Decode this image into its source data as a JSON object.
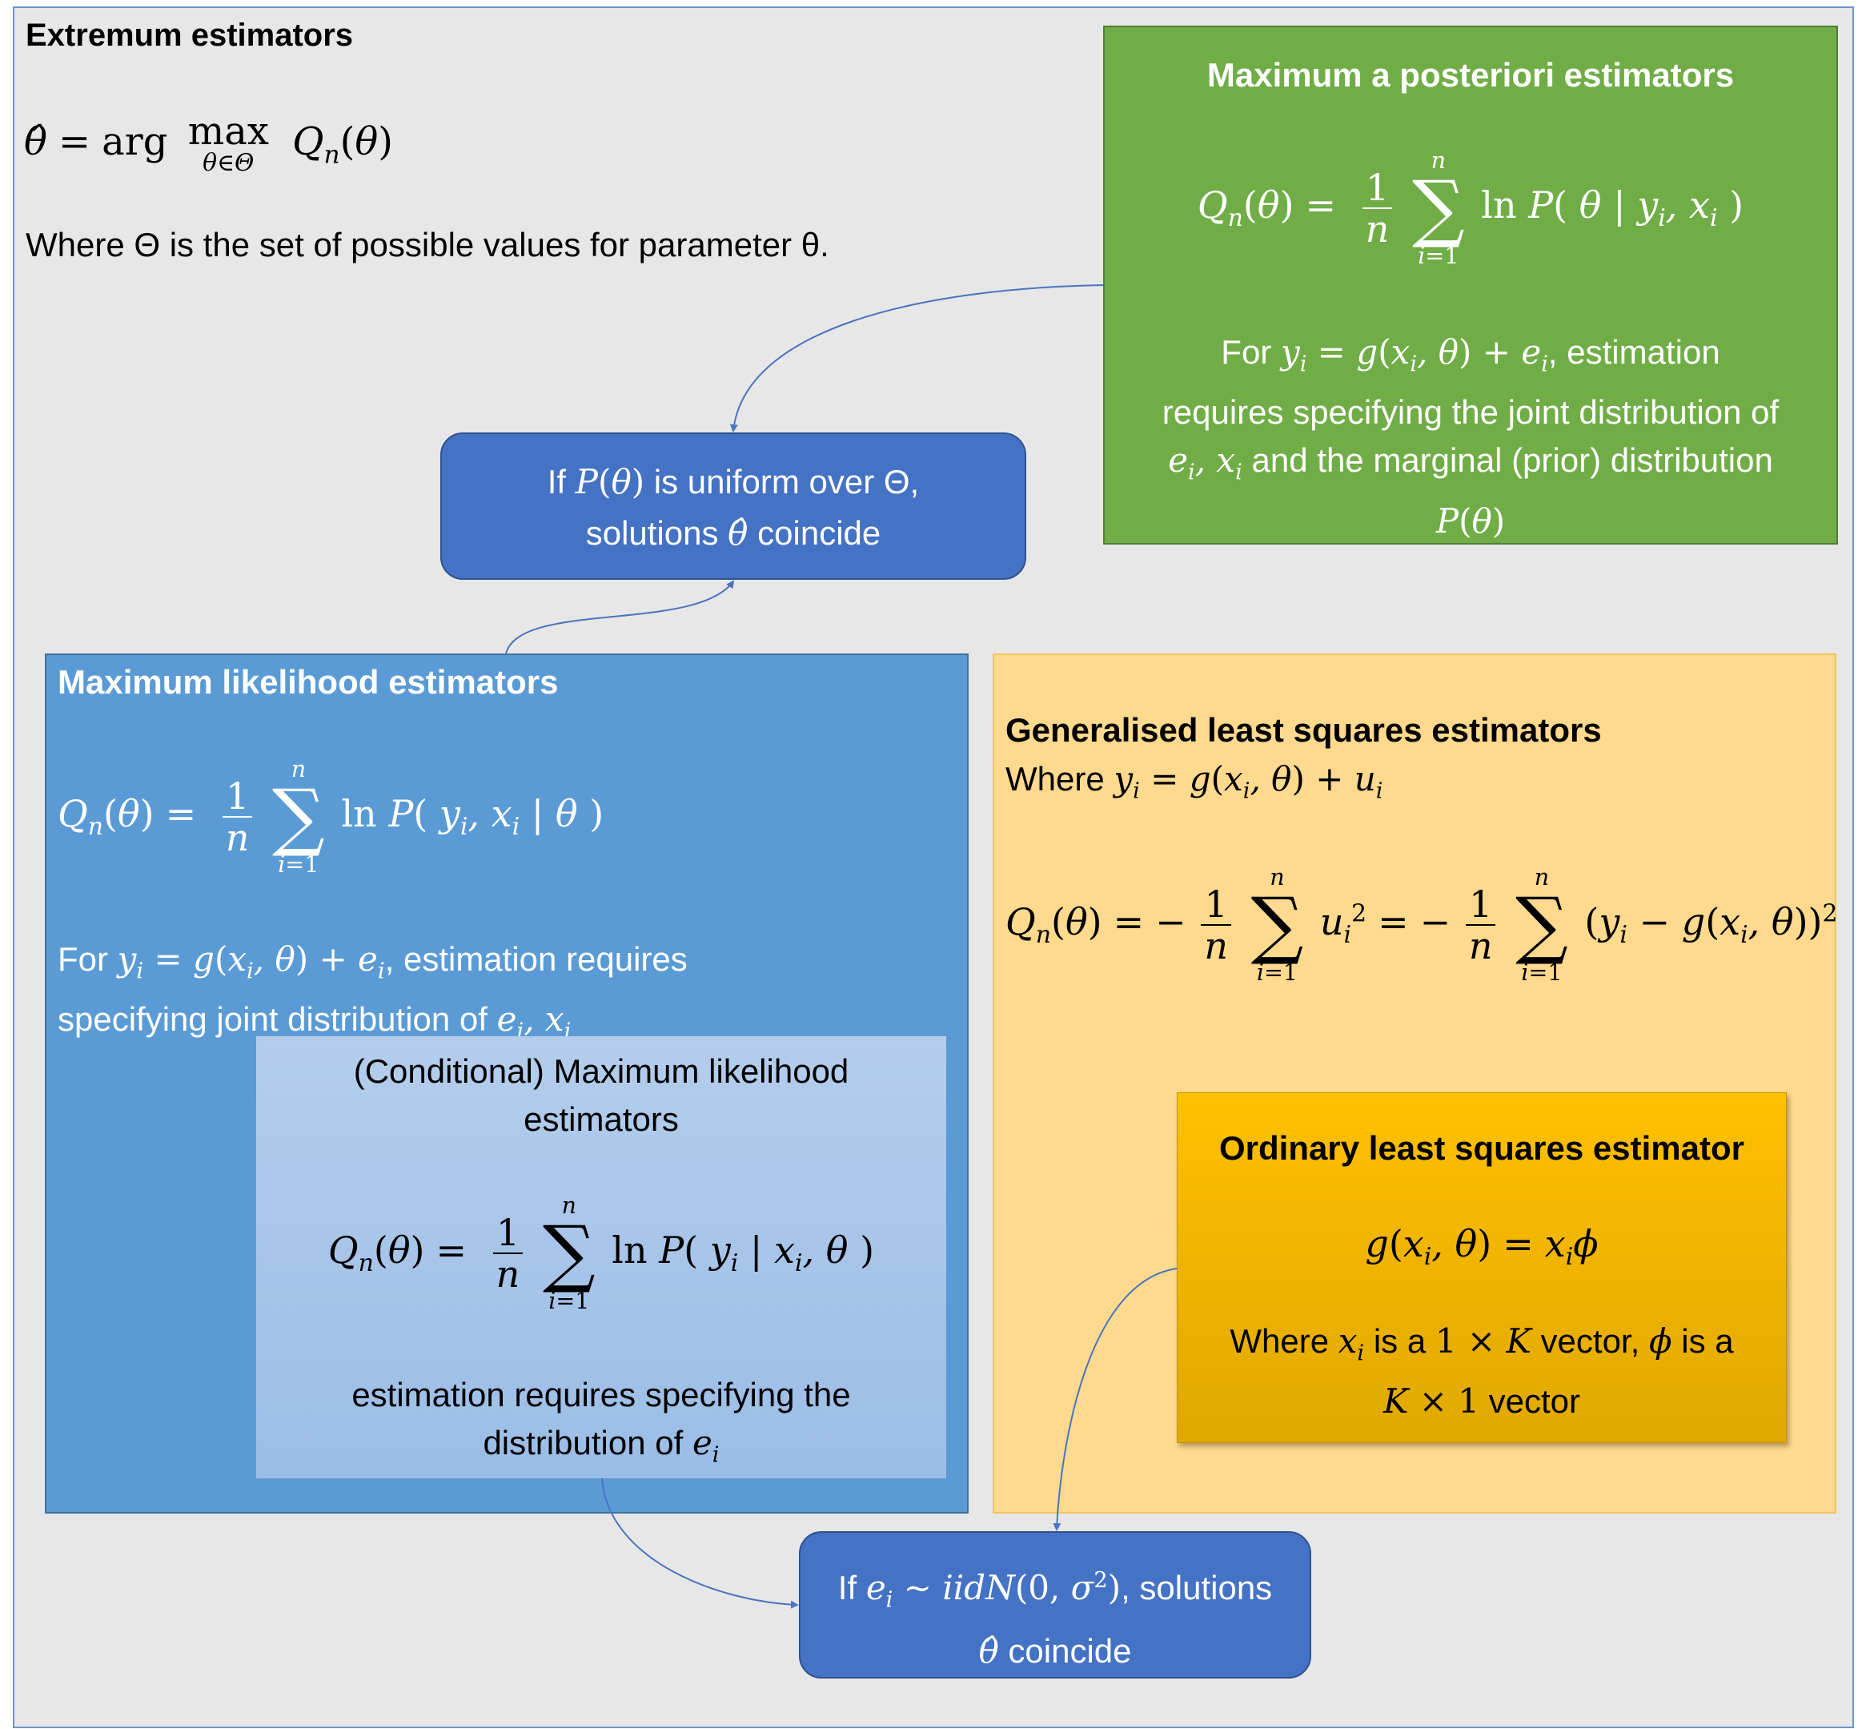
{
  "extremum": {
    "title": "Extremum estimators",
    "arg": "arg",
    "max": "max",
    "under": "θ∈Θ",
    "where": "Where Θ is the set of possible values for parameter θ."
  },
  "map": {
    "title": "Maximum a posteriori estimators",
    "text_for": "For",
    "text_est": ", estimation",
    "line2": "requires specifying the joint distribution of",
    "line3_rest": "and the marginal (prior) distribution"
  },
  "uniform_box": {
    "line1_pre": "If",
    "line1_post": "is uniform over Θ,",
    "line2_pre": "solutions",
    "line2_post": "coincide"
  },
  "ml": {
    "title": "Maximum likelihood estimators",
    "text_for": "For",
    "text_est": ", estimation requires",
    "line2": "specifying joint distribution of"
  },
  "cml": {
    "title_line1": "(Conditional) Maximum likelihood",
    "title_line2": "estimators",
    "text_line1": "estimation requires specifying the",
    "text_line2": "distribution of"
  },
  "gls": {
    "title": "Generalised least squares estimators",
    "where": "Where"
  },
  "ols": {
    "title": "Ordinary least squares estimator",
    "text_line1_pre": "Where",
    "text_line1_mid": "is a",
    "text_line1_mid2": "vector,",
    "text_line1_post": "is a",
    "text_line2_post": "vector"
  },
  "iid_box": {
    "line1_pre": "If",
    "line1_post": ", solutions",
    "line2_post": "coincide"
  },
  "colors": {
    "background": "#e7e7e7",
    "outer_border": "#6f94c7",
    "map_green": "#70ad47",
    "ml_blue": "#5b9bd5",
    "cml_light_blue": "#a9c4e8",
    "gls_yellow": "#ffd98e",
    "ols_gold": "#ffc000",
    "note_box_blue": "#4472c4",
    "connector": "#4a74c0"
  }
}
